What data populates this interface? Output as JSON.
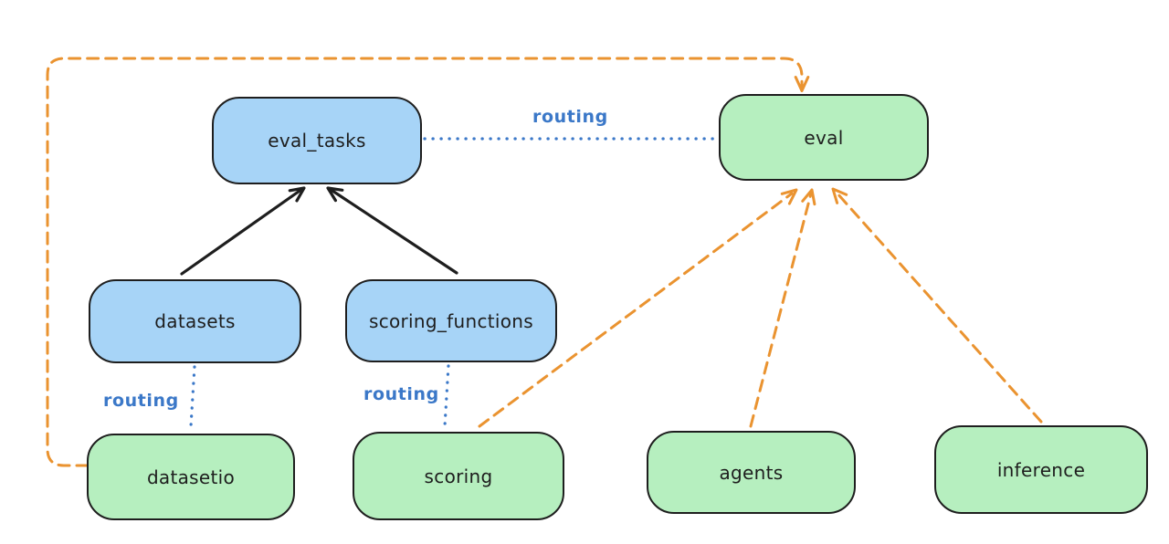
{
  "diagram": {
    "nodes": [
      {
        "label": "eval_tasks",
        "fill": "blue"
      },
      {
        "label": "eval",
        "fill": "green"
      },
      {
        "label": "datasets",
        "fill": "blue"
      },
      {
        "label": "scoring_functions",
        "fill": "blue"
      },
      {
        "label": "datasetio",
        "fill": "green"
      },
      {
        "label": "scoring",
        "fill": "green"
      },
      {
        "label": "agents",
        "fill": "green"
      },
      {
        "label": "inference",
        "fill": "green"
      }
    ],
    "edge_labels": [
      {
        "text": "routing"
      },
      {
        "text": "routing"
      },
      {
        "text": "routing"
      }
    ],
    "edges": [
      {
        "from": "datasets",
        "to": "eval_tasks",
        "style": "solid-black-arrow"
      },
      {
        "from": "scoring_functions",
        "to": "eval_tasks",
        "style": "solid-black-arrow"
      },
      {
        "from": "eval_tasks",
        "to": "eval",
        "style": "dotted-blue",
        "label": "routing"
      },
      {
        "from": "datasets",
        "to": "datasetio",
        "style": "dotted-blue",
        "label": "routing"
      },
      {
        "from": "scoring_functions",
        "to": "scoring",
        "style": "dotted-blue",
        "label": "routing"
      },
      {
        "from": "datasetio",
        "to": "eval",
        "style": "dashed-orange-arrow"
      },
      {
        "from": "scoring",
        "to": "eval",
        "style": "dashed-orange-arrow"
      },
      {
        "from": "agents",
        "to": "eval",
        "style": "dashed-orange-arrow"
      },
      {
        "from": "inference",
        "to": "eval",
        "style": "dashed-orange-arrow"
      }
    ],
    "colors": {
      "node_blue_fill": "#a7d4f7",
      "node_green_fill": "#b6efbf",
      "node_border": "#1e1e1e",
      "edge_black": "#1e1e1e",
      "edge_blue": "#3b78c8",
      "edge_orange": "#ea9330",
      "label_text": "#1e1e1e",
      "background": "#ffffff"
    }
  }
}
